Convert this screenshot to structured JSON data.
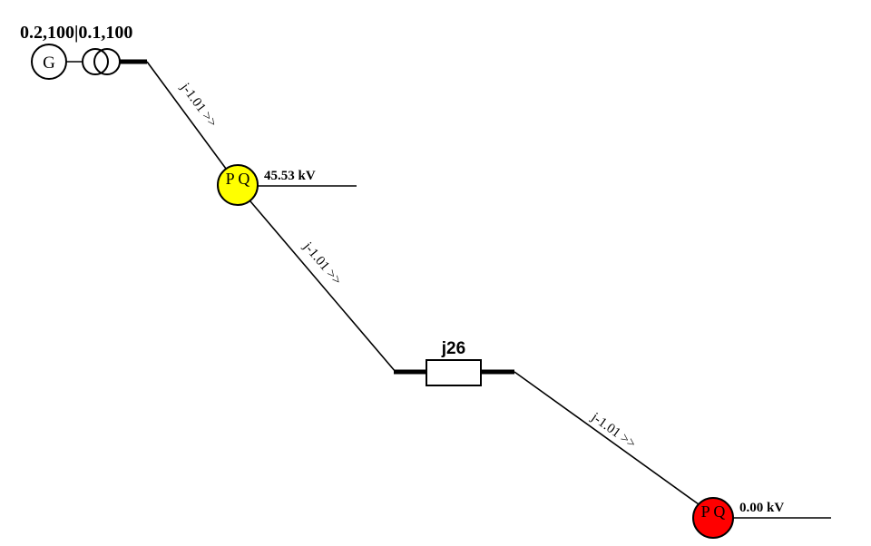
{
  "generator": {
    "symbol": "G",
    "params": "0.2,100|0.1,100"
  },
  "line_flows": {
    "line1": "j-1.01 >>",
    "line2": "j-1.01 >>",
    "line3": "j-1.01 >>"
  },
  "bus1": {
    "label": "P Q",
    "voltage": "45.53 kV",
    "color": "#ffff00"
  },
  "bus2": {
    "label": "P Q",
    "voltage": "0.00 kV",
    "color": "#ff0000"
  },
  "impedance": {
    "label": "j26"
  }
}
